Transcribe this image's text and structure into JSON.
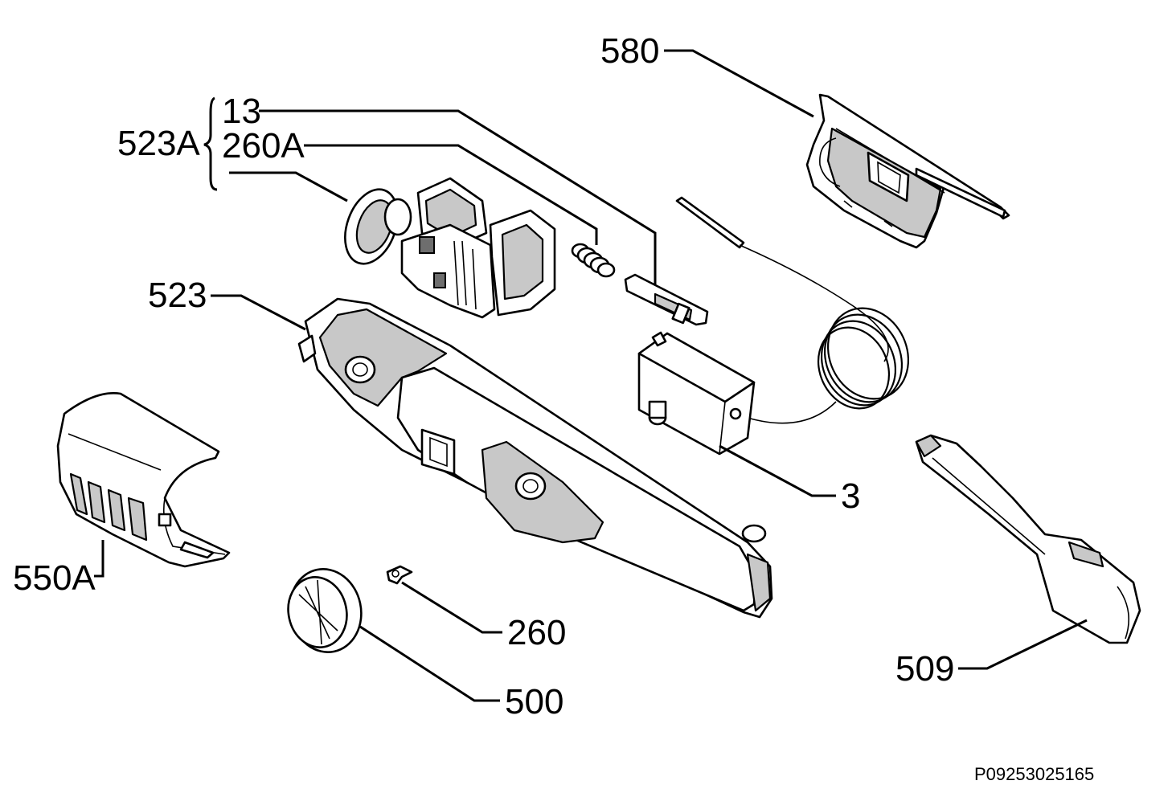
{
  "labels": {
    "l580": "580",
    "l13": "13",
    "l260A": "260A",
    "l523A": "523A",
    "l523": "523",
    "l3": "3",
    "l550A": "550A",
    "l260": "260",
    "l500": "500",
    "l509": "509"
  },
  "drawing_code": "P09253025165"
}
